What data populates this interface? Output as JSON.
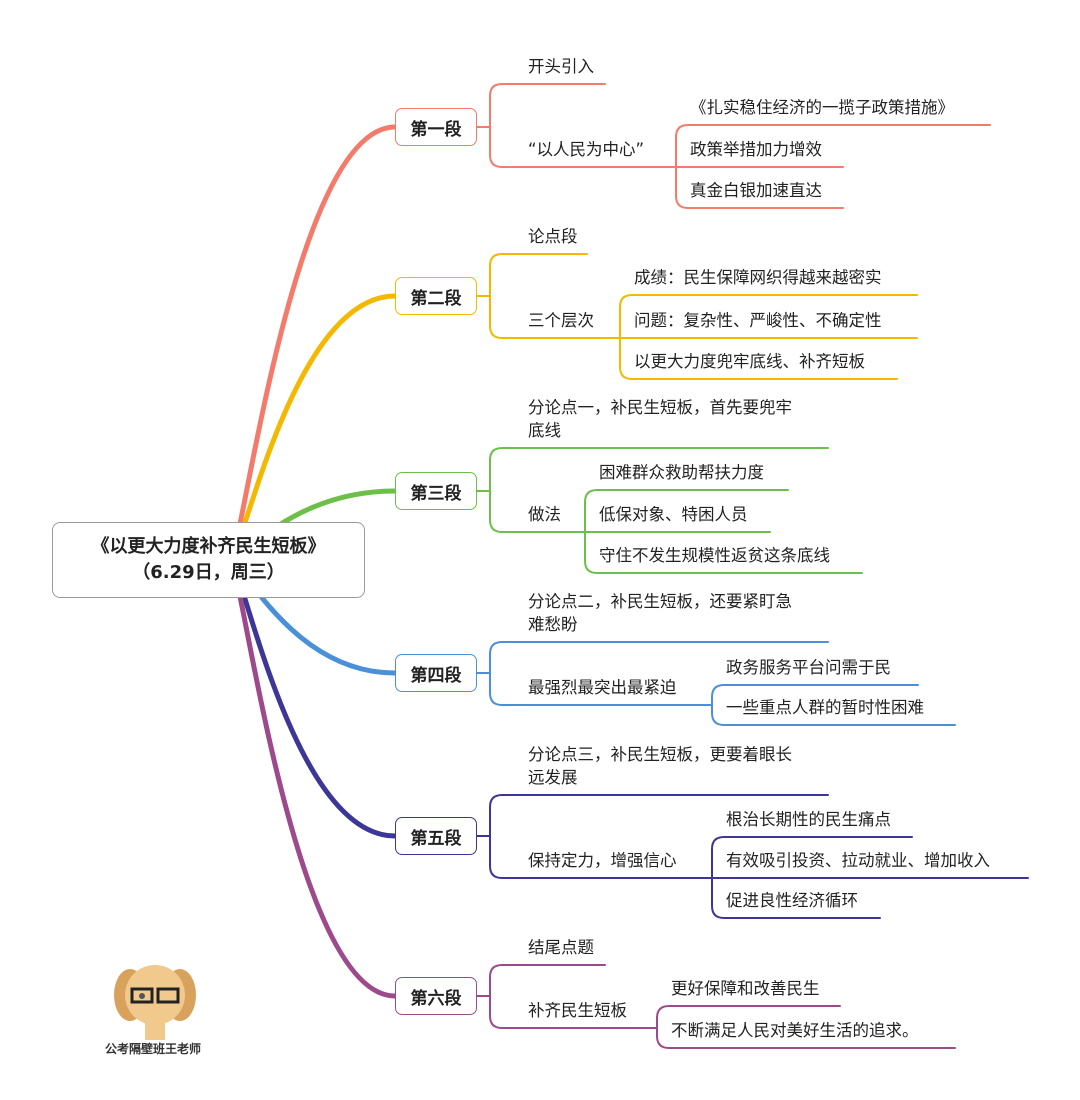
{
  "root": {
    "title": "《以更大力度补齐民生短板》（6.29日，周三）"
  },
  "sections": [
    {
      "label": "第一段",
      "color": "#f27b6c",
      "children": [
        {
          "label": "开头引入",
          "children": []
        },
        {
          "label": "“以人民为中心”",
          "children": [
            "《扎实稳住经济的一揽子政策措施》",
            "政策举措加力增效",
            "真金白银加速直达"
          ]
        }
      ]
    },
    {
      "label": "第二段",
      "color": "#f5b800",
      "children": [
        {
          "label": "论点段",
          "children": []
        },
        {
          "label": "三个层次",
          "children": [
            "成绩：民生保障网织得越来越密实",
            "问题：复杂性、严峻性、不确定性",
            "以更大力度兜牢底线、补齐短板"
          ]
        }
      ]
    },
    {
      "label": "第三段",
      "color": "#6cc04a",
      "children": [
        {
          "label": "分论点一，补民生短板，首先要兜牢\n底线",
          "children": []
        },
        {
          "label": "做法",
          "children": [
            "困难群众救助帮扶力度",
            "低保对象、特困人员",
            "守住不发生规模性返贫这条底线"
          ]
        }
      ]
    },
    {
      "label": "第四段",
      "color": "#4a90d9",
      "children": [
        {
          "label": "分论点二，补民生短板，还要紧盯急\n难愁盼",
          "children": []
        },
        {
          "label": "最强烈最突出最紧迫",
          "children": [
            "政务服务平台问需于民",
            "一些重点人群的暂时性困难"
          ]
        }
      ]
    },
    {
      "label": "第五段",
      "color": "#3c3796",
      "children": [
        {
          "label": "分论点三，补民生短板，更要着眼长\n远发展",
          "children": []
        },
        {
          "label": "保持定力，增强信心",
          "children": [
            "根治长期性的民生痛点",
            "有效吸引投资、拉动就业、增加收入",
            "促进良性经济循环"
          ]
        }
      ]
    },
    {
      "label": "第六段",
      "color": "#9c4a8c",
      "children": [
        {
          "label": "结尾点题",
          "children": []
        },
        {
          "label": "补齐民生短板",
          "children": [
            "更好保障和改善民生",
            "不断满足人民对美好生活的追求。"
          ]
        }
      ]
    }
  ],
  "watermark": {
    "label": "公考隔壁班王老师"
  }
}
